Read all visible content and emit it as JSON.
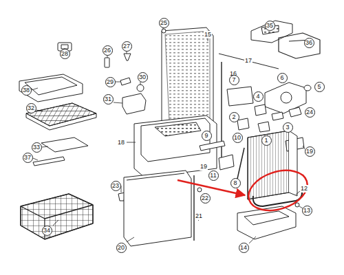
{
  "diagram": {
    "labels": [
      "25",
      "15",
      "35",
      "36",
      "28",
      "26",
      "27",
      "17",
      "16",
      "38",
      "30",
      "29",
      "7",
      "6",
      "5",
      "31",
      "32",
      "4",
      "24",
      "3",
      "2",
      "1",
      "18",
      "9",
      "10",
      "19",
      "33",
      "11",
      "37",
      "19",
      "8",
      "12",
      "23",
      "22",
      "13",
      "34",
      "21",
      "20",
      "14"
    ]
  }
}
